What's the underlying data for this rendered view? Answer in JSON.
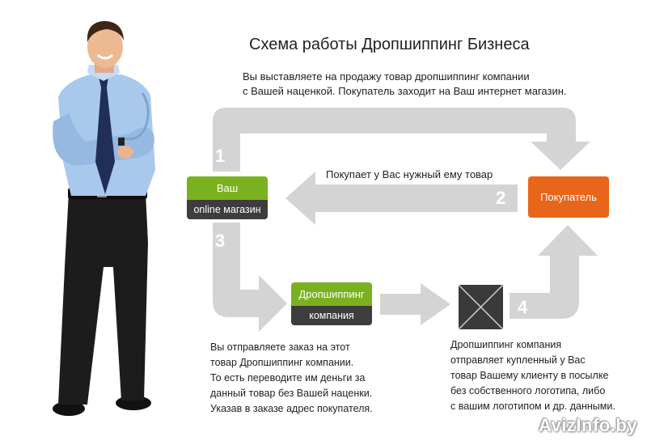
{
  "title": "Схема работы Дропшиппинг Бизнеса",
  "intro_lines": [
    "Вы выставляете на продажу товар дропшиппинг компании",
    "с Вашей наценкой. Покупатель заходит на Ваш интернет магазин."
  ],
  "shop_box": {
    "top": "Ваш",
    "bottom": "online магазин"
  },
  "dropship_box": {
    "top": "Дропшиппинг",
    "bottom": "компания"
  },
  "buyer_box": "Покупатель",
  "step_labels": [
    "1",
    "2",
    "3",
    "4"
  ],
  "arrow2_label": "Покупает у Вас нужный ему товар",
  "left_text": [
    "Вы отправляете заказ на этот",
    "товар Дропшиппинг компании.",
    "То есть переводите им деньги за",
    "данный товар без Вашей наценки.",
    "Указав в заказе адрес покупателя."
  ],
  "right_text": [
    "Дропшиппинг компания",
    "отправляет купленный у Вас",
    "товар Вашему клиенту в посылке",
    "без собственного логотипа, либо",
    "с вашим логотипом и др. данными."
  ],
  "watermark": "AvizInfo.by",
  "colors": {
    "arrow": "#d4d4d4",
    "green": "#7ab21f",
    "dark": "#3d3d3d",
    "orange": "#e8661a"
  }
}
